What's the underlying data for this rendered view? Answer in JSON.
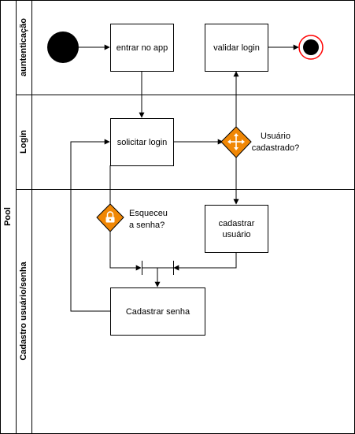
{
  "pool": {
    "label": "Pool"
  },
  "lanes": [
    {
      "label": "auntenticação"
    },
    {
      "label": "Login"
    },
    {
      "label": "Cadastro usuário/senha"
    }
  ],
  "activities": {
    "entrar": "entrar no app",
    "validar": "validar login",
    "solicitar": "solicitar login",
    "cadastrar_usuario": [
      "cadastrar",
      "usuário"
    ],
    "cadastrar_senha": "Cadastrar senha"
  },
  "decisions": {
    "usuario_cadastrado": [
      "Usuário",
      "cadastrado?"
    ],
    "esqueceu_senha": [
      "Esqueceu",
      "a senha?"
    ]
  },
  "colors": {
    "decision_fill": "#F08705",
    "end_ring": "#FF0000",
    "stroke": "#000000"
  },
  "icons": {
    "usuario_cadastrado": "four-arrows-icon",
    "esqueceu_senha": "lock-icon"
  }
}
